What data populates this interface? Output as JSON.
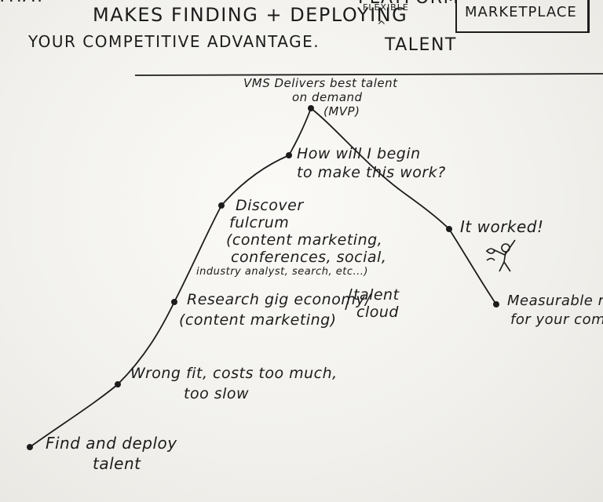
{
  "header": {
    "line0_left": "THAT",
    "line0_right": "PLATFORM",
    "bracket_text": "MARKETPLACE",
    "line1": "MAKES FINDING + DEPLOYING",
    "flexible": "FLEXIBLE",
    "caret": "^",
    "line2_left": "YOUR COMPETITIVE ADVANTAGE.",
    "line2_right": "TALENT"
  },
  "nodes": {
    "top": {
      "lines": [
        "VMS Delivers best talent",
        "on demand",
        "(MVP)"
      ]
    },
    "begin": {
      "lines": [
        "How will I begin",
        "to make this work?"
      ]
    },
    "fulcrum": {
      "lines": [
        "Discover",
        "fulcrum",
        "(content marketing,",
        "conferences, social,"
      ],
      "small": "industry analyst, search, etc...)"
    },
    "research": {
      "lines": [
        "Research gig economy/",
        "(content marketing)"
      ],
      "side": [
        "talent",
        "cloud"
      ]
    },
    "wrongfit": {
      "lines": [
        "Wrong fit, costs too much,",
        "too slow"
      ]
    },
    "find": {
      "lines": [
        "Find and deploy",
        "talent"
      ]
    },
    "worked": {
      "lines": [
        "It worked!"
      ]
    },
    "measurable": {
      "lines": [
        "Measurable re",
        "for your compa"
      ]
    }
  },
  "colors": {
    "ink": "#1c1c1c",
    "board": "#f3f2ee"
  }
}
